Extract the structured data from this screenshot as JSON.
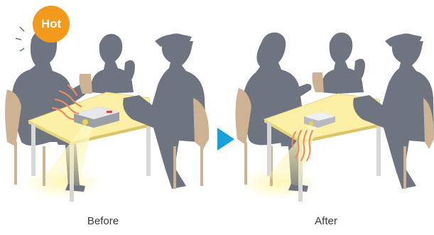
{
  "badge": {
    "text": "Hot",
    "color": "#f39a1c"
  },
  "captions": {
    "before": "Before",
    "after": "After"
  },
  "arrow_color": "#1aa0d8",
  "colors": {
    "silhouette": "#6e7480",
    "table_top": "#fbf0a6",
    "chair": "#cdb294",
    "heat": "#f08a5a",
    "light_beam": "#fff6b0"
  },
  "icons": {
    "arrow": "play-triangle-arrow-icon",
    "heat": "heat-wave-icon",
    "projector": "projector-icon"
  }
}
